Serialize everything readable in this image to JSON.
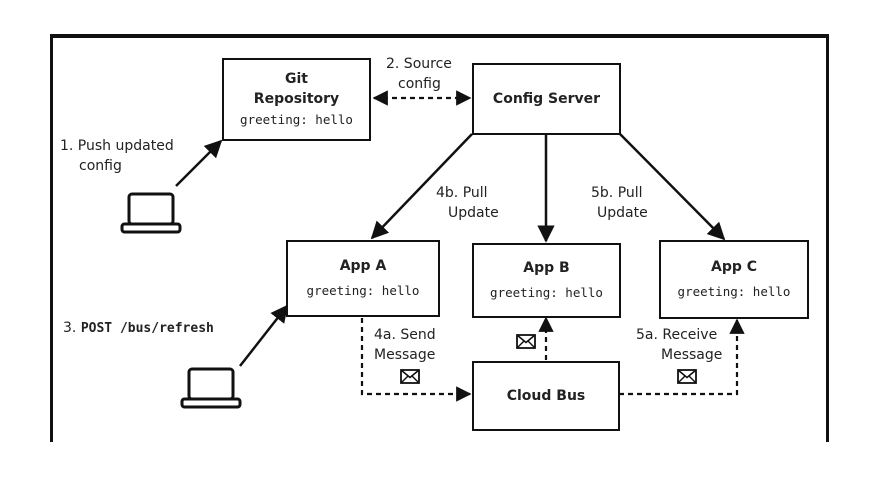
{
  "boxes": {
    "git": {
      "title": "Git Repository",
      "value": "greeting: hello"
    },
    "config_server": {
      "title": "Config Server"
    },
    "app_a": {
      "title": "App A",
      "value": "greeting: hello"
    },
    "app_b": {
      "title": "App B",
      "value": "greeting: hello"
    },
    "app_c": {
      "title": "App C",
      "value": "greeting: hello"
    },
    "cloud_bus": {
      "title": "Cloud Bus"
    }
  },
  "labels": {
    "push_line1": "1. Push updated",
    "push_line2": "config",
    "source_line1": "2. Source",
    "source_line2": "config",
    "refresh_prefix": "3. ",
    "refresh_command": "POST /bus/refresh",
    "send_line1": "4a. Send",
    "send_line2": "Message",
    "pull_a_line1": "4b. Pull",
    "pull_a_line2": "Update",
    "receive_line1": "5a. Receive",
    "receive_line2": "Message",
    "pull_c_line1": "5b. Pull",
    "pull_c_line2": "Update"
  },
  "icons": [
    "laptop-icon",
    "envelope-icon"
  ],
  "colors": {
    "line": "#111111",
    "background": "#ffffff"
  }
}
